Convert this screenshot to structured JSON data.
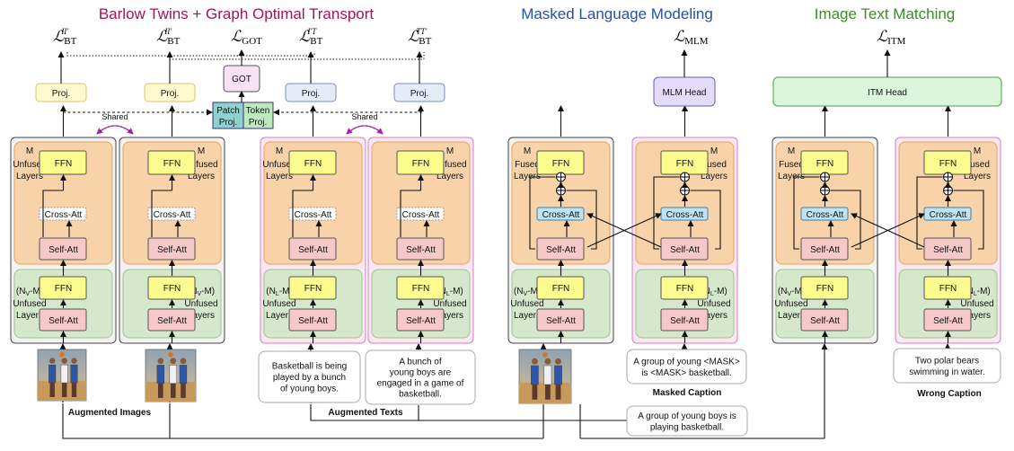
{
  "sections": {
    "bt": {
      "title": "Barlow Twins + Graph Optimal Transport",
      "color": "#a0155a"
    },
    "mlm": {
      "title": "Masked Language Modeling",
      "color": "#2a4fa0"
    },
    "itm": {
      "title": "Image Text Matching",
      "color": "#3f8a2a"
    }
  },
  "losses": {
    "bt_ii": {
      "main": "ℒ",
      "sub": "BT",
      "sup": "II′"
    },
    "bt_ii2": {
      "main": "ℒ",
      "sub": "BT",
      "sup": "II′"
    },
    "got": {
      "main": "ℒ",
      "sub": "GOT",
      "sup": ""
    },
    "bt_it": {
      "main": "ℒ",
      "sub": "BT",
      "sup": "I′T"
    },
    "bt_tt": {
      "main": "ℒ",
      "sub": "BT",
      "sup": "TT′"
    },
    "mlm": {
      "main": "ℒ",
      "sub": "MLM",
      "sup": ""
    },
    "itm": {
      "main": "ℒ",
      "sub": "ITM",
      "sup": ""
    }
  },
  "heads": {
    "proj": "Proj.",
    "got": "GOT",
    "patch": [
      "Patch",
      "Proj."
    ],
    "token": [
      "Token",
      "Proj."
    ],
    "mlm_head": "MLM Head",
    "itm_head": "ITM Head",
    "shared": "Shared"
  },
  "blocks": {
    "m": "M",
    "unfused": [
      "Unfused",
      "Layers"
    ],
    "fused": [
      "Fused",
      "Layers"
    ],
    "nv": "(N",
    "nv_sub": "V",
    "nl_sub": "L",
    "nm_tail": "-M)",
    "ffn": "FFN",
    "self_att": "Self-Att",
    "cross_att": "Cross-Att"
  },
  "inputs": {
    "aug_images": "Augmented Images",
    "aug_texts": "Augmented Texts",
    "text1": [
      "Basketball is being",
      "played by a bunch",
      "of young boys."
    ],
    "text2": [
      "A bunch of",
      "young boys are",
      "engaged in a game of",
      "basketball."
    ],
    "masked": [
      "A group of young <MASK>",
      "is <MASK> basketball."
    ],
    "masked_label": "Masked Caption",
    "orig": [
      "A group of young boys is",
      "playing basketball."
    ],
    "wrong": [
      "Two polar bears",
      "swimming in water."
    ],
    "wrong_label": "Wrong Caption"
  },
  "colors": {
    "upper_block": "#f8d2a8",
    "lower_block": "#d6e8cc",
    "ffn": "#fbfb8e",
    "self_att": "#f6c8c8",
    "cross_att": "#bfe3f3",
    "img_frame": "#f2f2f2",
    "txt_frame": "#fbe6f3",
    "proj_img": "#fdfad0",
    "proj_txt": "#e5ecf8",
    "got": "#f3e3f5",
    "mlm_head": "#e4dcfa",
    "itm_head": "#dcf6dc"
  }
}
